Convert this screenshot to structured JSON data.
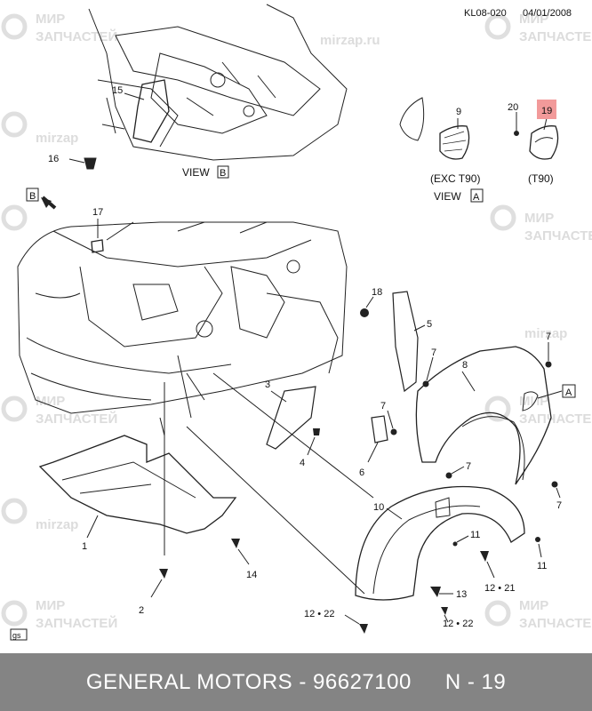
{
  "header": {
    "code": "KL08-020",
    "date": "04/01/2008"
  },
  "watermark": {
    "line1": "МИР",
    "line2": "ЗАПЧАСТЕЙ",
    "site": "mirzap.ru",
    "short": "mirzap"
  },
  "views": {
    "b_label": "VIEW",
    "b_letter": "B",
    "a_label": "VIEW",
    "a_letter": "A",
    "exc_t90": "(EXC T90)",
    "t90": "(T90)",
    "marker_b": "B",
    "marker_a": "A"
  },
  "callouts": {
    "c1": "1",
    "c2": "2",
    "c3": "3",
    "c4": "4",
    "c5": "5",
    "c6": "6",
    "c7a": "7",
    "c7b": "7",
    "c7c": "7",
    "c7d": "7",
    "c7e": "7",
    "c8": "8",
    "c9": "9",
    "c10": "10",
    "c11a": "11",
    "c11b": "11",
    "c12_21": "12 • 21",
    "c12_22a": "12 • 22",
    "c12_22b": "12 • 22",
    "c13": "13",
    "c14": "14",
    "c15": "15",
    "c16": "16",
    "c17": "17",
    "c18": "18",
    "c19": "19",
    "c20": "20"
  },
  "highlight_color": "#f29a9a",
  "corner_tag": "gs",
  "footer": {
    "brand": "GENERAL MOTORS",
    "part_number": "96627100",
    "separator": "-",
    "page": "N - 19"
  }
}
